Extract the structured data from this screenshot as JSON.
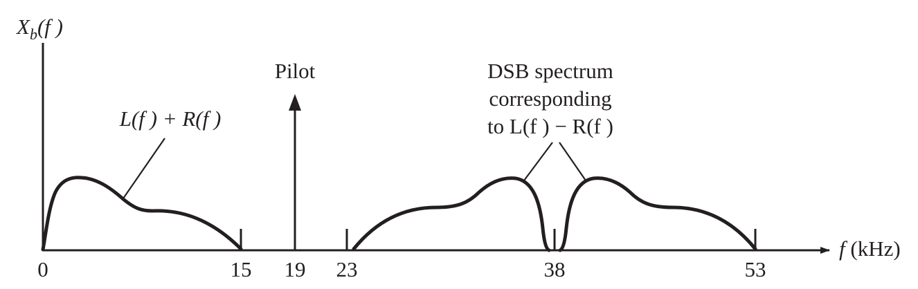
{
  "y_axis_label": {
    "symbol": "X",
    "subscript": "b",
    "arg": "(f )"
  },
  "x_axis_label": {
    "var": "f",
    "unit": " (kHz)"
  },
  "ticks": [
    "0",
    "15",
    "19",
    "23",
    "38",
    "53"
  ],
  "annotations": {
    "baseband": "L(f ) + R(f )",
    "pilot": "Pilot",
    "dsb_line1": "DSB spectrum",
    "dsb_line2": "corresponding",
    "dsb_line3": "to L(f ) − R(f )"
  },
  "colors": {
    "ink": "#231f20",
    "background": "#ffffff"
  }
}
